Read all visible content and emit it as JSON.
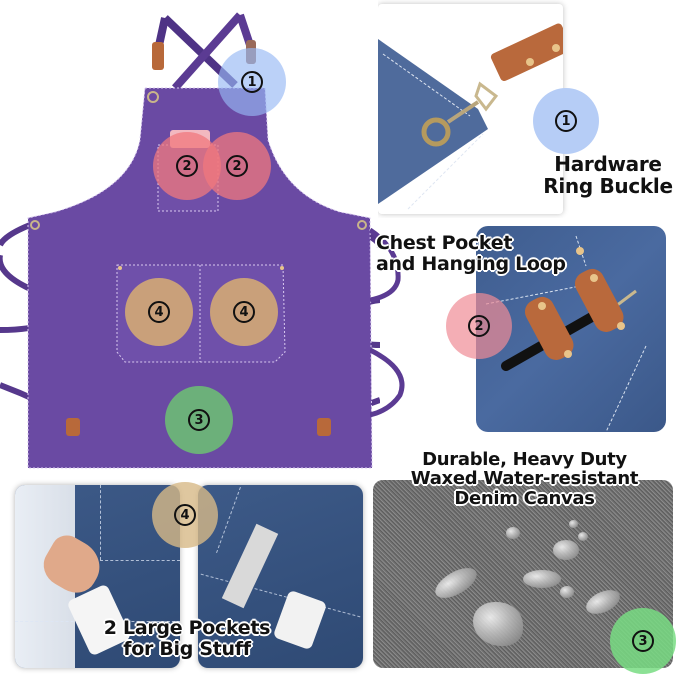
{
  "image": {
    "type": "product-infographic",
    "subject": "Cross-back canvas apron"
  },
  "apron": {
    "color": "#6a4aa3",
    "badges": [
      {
        "id": "badge-1",
        "label": "1",
        "color": "#a9c4f5"
      },
      {
        "id": "badge-2a",
        "label": "2",
        "color": "#f08a8a"
      },
      {
        "id": "badge-2b",
        "label": "2",
        "color": "#f08a8a"
      },
      {
        "id": "badge-4a",
        "label": "4",
        "color": "#c9a07a"
      },
      {
        "id": "badge-4b",
        "label": "4",
        "color": "#c9a07a"
      },
      {
        "id": "badge-3",
        "label": "3",
        "color": "#6cbf7a"
      }
    ]
  },
  "features": [
    {
      "number": "1",
      "title_line1": "Hardware",
      "title_line2": "Ring Buckle",
      "badge_color": "#b6cdf6"
    },
    {
      "number": "2",
      "title_line1": "Chest Pocket",
      "title_line2": "and Hanging Loop",
      "badge_color": "#f3a2a6"
    },
    {
      "number": "3",
      "title_line1": "Durable, Heavy Duty",
      "title_line2": "Waxed Water-resistant",
      "title_line3": "Denim Canvas",
      "badge_color": "#7fd88a"
    },
    {
      "number": "4",
      "title_line1": "2 Large Pockets",
      "title_line2": "for Big Stuff",
      "badge_color": "#d8b98a"
    }
  ]
}
